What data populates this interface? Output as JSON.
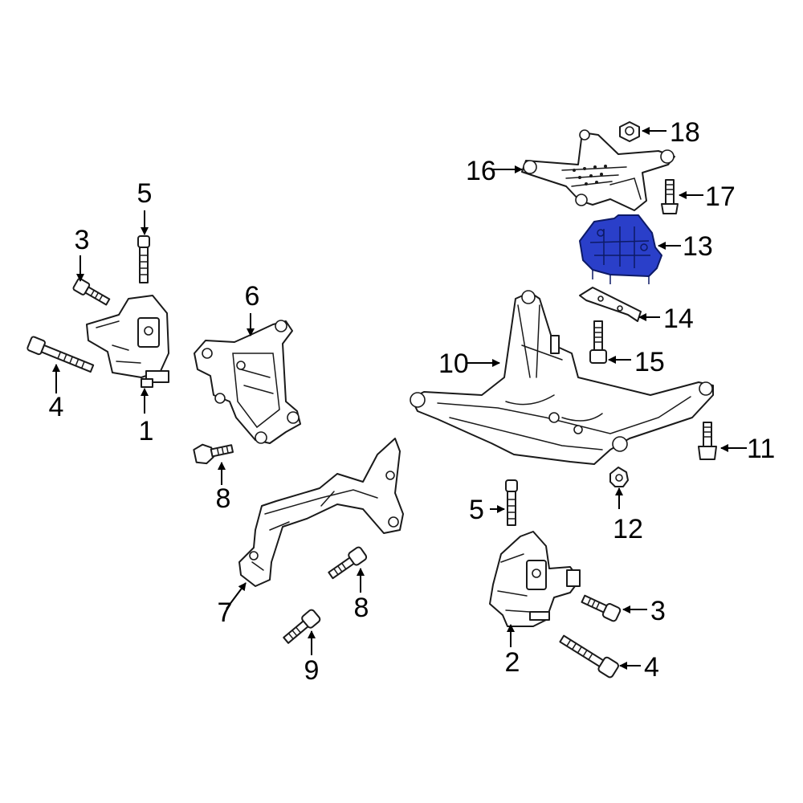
{
  "highlight_color": "#2a3fc9",
  "line_color": "#1a1a1a",
  "callouts": {
    "c1": "1",
    "c2": "2",
    "c3a": "3",
    "c3b": "3",
    "c4a": "4",
    "c4b": "4",
    "c5a": "5",
    "c5b": "5",
    "c6": "6",
    "c7": "7",
    "c8a": "8",
    "c8b": "8",
    "c9": "9",
    "c10": "10",
    "c11": "11",
    "c12": "12",
    "c13": "13",
    "c14": "14",
    "c15": "15",
    "c16": "16",
    "c17": "17",
    "c18": "18"
  }
}
